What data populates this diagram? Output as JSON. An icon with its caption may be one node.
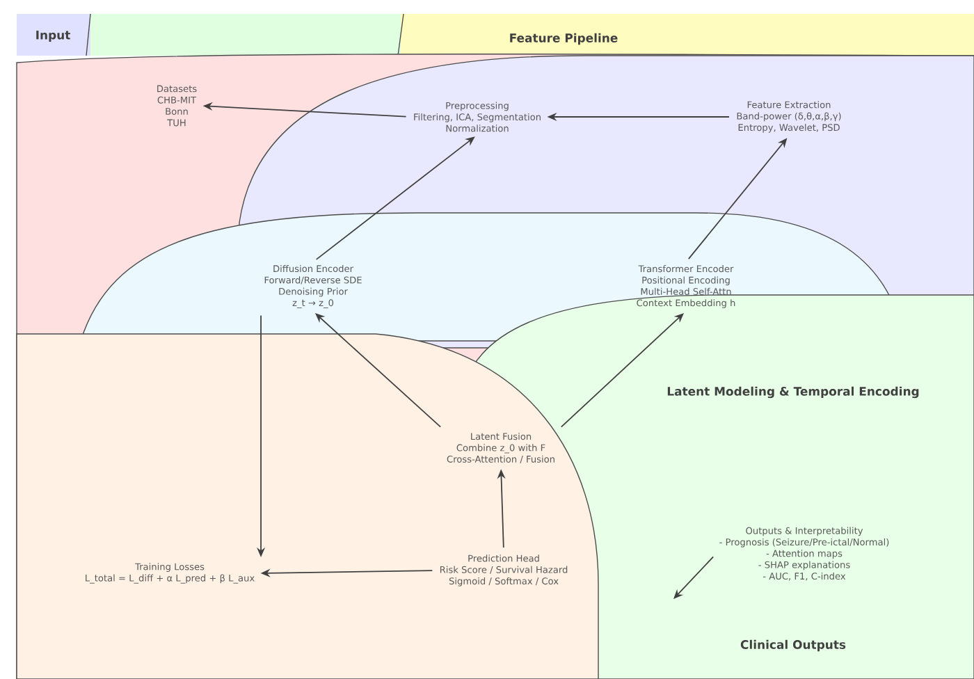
{
  "diagram": {
    "nodes": [
      {
        "text": [
          "Datasets",
          "CHB-MIT",
          "Bonn",
          "TUH"
        ]
      },
      {
        "text": [
          "Preprocessing",
          "Filtering, ICA, Segmentation",
          "Normalization"
        ]
      },
      {
        "text": [
          "Feature Extraction",
          "Band-power (δ,θ,α,β,γ)",
          "Entropy, Wavelet, PSD"
        ]
      },
      {
        "text": [
          "Diffusion Encoder",
          "Forward/Reverse SDE",
          "Denoising Prior",
          "z_t → z_0"
        ]
      },
      {
        "text": [
          "Transformer Encoder",
          "Positional Encoding",
          "Multi-Head Self-Attn",
          "Context Embedding h"
        ]
      },
      {
        "text": [
          "Latent Fusion",
          "Combine z_0 with F",
          "Cross-Attention / Fusion"
        ]
      },
      {
        "text": [
          "Prediction Head",
          "Risk Score / Survival Hazard",
          "Sigmoid / Softmax / Cox"
        ]
      },
      {
        "text": [
          "Training Losses",
          "L_total = L_diff + α L_pred + β L_aux"
        ]
      },
      {
        "text": [
          "Outputs & Interpretability",
          "- Prognosis (Seizure/Pre-ictal/Normal)",
          "- Attention maps",
          "- SHAP explanations",
          "- AUC, F1, C-index"
        ]
      }
    ],
    "edges": [
      {
        "from": 1,
        "to": 0,
        "arrow": "to"
      },
      {
        "from": 2,
        "to": 1,
        "arrow": "to"
      },
      {
        "from": 3,
        "to": 1,
        "arrow": "to"
      },
      {
        "from": 4,
        "to": 2,
        "arrow": "to"
      },
      {
        "from": 5,
        "to": 3,
        "arrow": "to"
      },
      {
        "from": 5,
        "to": 4,
        "arrow": "to"
      },
      {
        "from": 6,
        "to": 5,
        "arrow": "to"
      },
      {
        "from": 6,
        "to": 7,
        "arrow": "to"
      },
      {
        "from": 3,
        "to": 7,
        "arrow": "to"
      },
      {
        "from": 8,
        "to": null,
        "arrow": "to"
      }
    ],
    "labels": [
      "Input",
      "Feature Pipeline",
      "Latent Modeling & Temporal Encoding",
      "Clinical Outputs"
    ]
  }
}
